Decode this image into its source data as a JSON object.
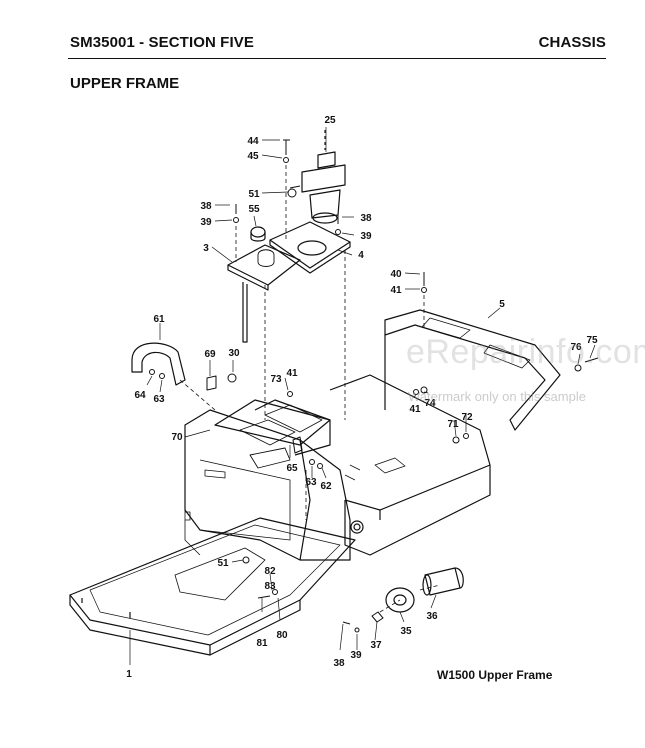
{
  "header": {
    "left": "SM35001 - SECTION FIVE",
    "right": "CHASSIS"
  },
  "section_title": "UPPER FRAME",
  "figure_caption": "W1500 Upper Frame",
  "watermark": {
    "site": "eRepairinfo.com",
    "note": "Watermark only on this sample"
  },
  "callouts": [
    "44",
    "45",
    "25",
    "51",
    "38",
    "39",
    "55",
    "38",
    "39",
    "3",
    "4",
    "40",
    "41",
    "5",
    "61",
    "69",
    "30",
    "73",
    "41",
    "76",
    "75",
    "64",
    "63",
    "41",
    "74",
    "71",
    "72",
    "70",
    "65",
    "63",
    "62",
    "51",
    "82",
    "83",
    "81",
    "80",
    "38",
    "39",
    "37",
    "35",
    "36",
    "1"
  ]
}
